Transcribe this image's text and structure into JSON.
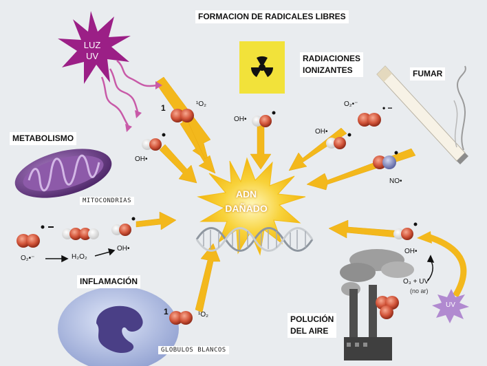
{
  "title": "FORMACION DE RADICALES LIBRES",
  "center": {
    "line1": "ADN",
    "line2": "DAÑADO"
  },
  "sources": {
    "uv_light": {
      "line1": "LUZ",
      "line2": "UV"
    },
    "radiation": {
      "line1": "RADIACIONES",
      "line2": "IONIZANTES"
    },
    "smoking": "FUMAR",
    "metabolism": "METABOLISMO",
    "mitochondria": "MITOCONDRIAS",
    "inflammation": "INFLAMACIÓN",
    "white_cells": "GLOBULOS  BLANCOS",
    "pollution": {
      "line1": "POLUCIÓN",
      "line2": "DEL AIRE"
    }
  },
  "chemistry": {
    "singlet_o2_num": "1",
    "singlet_o2": "¹O₂",
    "oh_radical": "OH•",
    "superoxide": "O₂•⁻",
    "superoxide_dot": "• −",
    "no_radical": "NO•",
    "h2o2": "H₂O₂",
    "ozone_uv": "O₃ + UV",
    "no_air": "(no ar)",
    "uv_small": "UV"
  },
  "colors": {
    "arrow": "#f3b81c",
    "burst": "#f6c40a",
    "oxygen": "#d2553a",
    "nitrogen": "#7d86b8",
    "uv_star": "#9b1f86",
    "mito": "#6a3f86",
    "cell": "#a7b6de"
  }
}
